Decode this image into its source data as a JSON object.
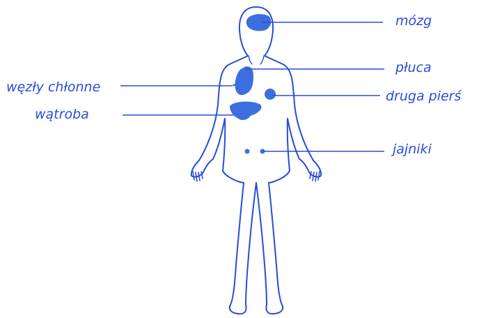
{
  "colors": {
    "ink": "#2a4bd7",
    "fill": "#3d6ee0",
    "background": "#ffffff"
  },
  "labels": {
    "brain": "mózg",
    "lungs": "płuca",
    "other_breast": "druga pierś",
    "ovaries": "jajniki",
    "lymph_nodes": "węzły chłonne",
    "liver": "wątroba"
  }
}
